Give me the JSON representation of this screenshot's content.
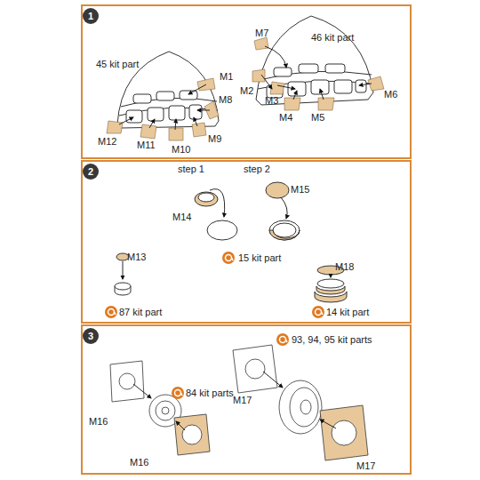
{
  "diagram": {
    "nodes": [
      {
        "text": [
          "1"
        ]
      },
      {
        "text": [
          "2"
        ]
      },
      {
        "text": [
          "3"
        ]
      }
    ],
    "labels": [
      "45 kit part",
      "M1",
      "M8",
      "M9",
      "M10",
      "M11",
      "M12",
      "M7",
      "46 kit part",
      "M2",
      "M3",
      "M4",
      "M5",
      "M6",
      "step 1",
      "step 2",
      "M14",
      "M15",
      "15 kit part",
      "M13",
      "87 kit part",
      "M18",
      "14 kit part",
      "93, 94, 95 kit parts",
      "84 kit parts",
      "M16",
      "M17",
      "M16",
      "M17"
    ]
  }
}
